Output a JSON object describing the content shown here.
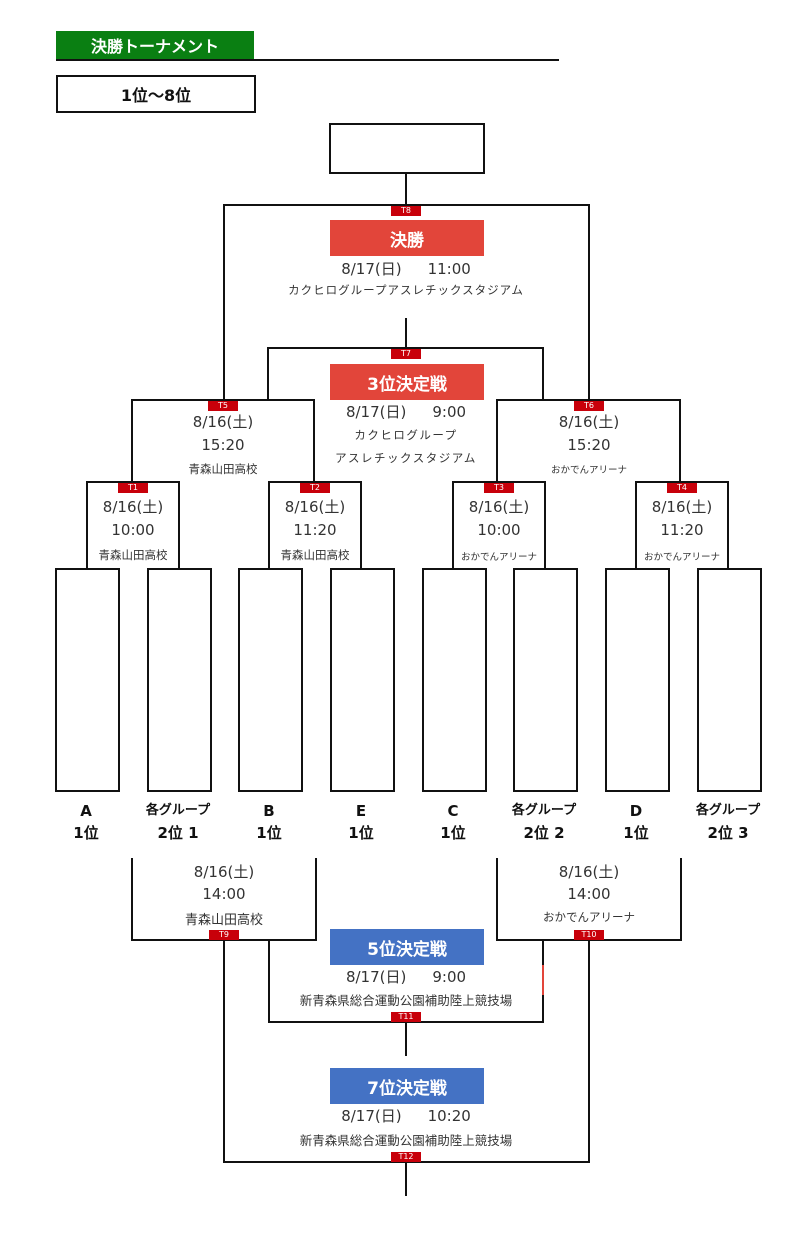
{
  "header": {
    "title": "決勝トーナメント",
    "range_label": "1位〜8位"
  },
  "colors": {
    "title_green": "#0a7f12",
    "final_red": "#e2453a",
    "tag_red": "#c8000a",
    "placement_blue": "#4472c4"
  },
  "matches": {
    "t1": {
      "tag": "T1",
      "date": "8/16(土)",
      "time": "10:00",
      "venue": "青森山田高校"
    },
    "t2": {
      "tag": "T2",
      "date": "8/16(土)",
      "time": "11:20",
      "venue": "青森山田高校"
    },
    "t3": {
      "tag": "T3",
      "date": "8/16(土)",
      "time": "10:00",
      "venue": "おかでんアリーナ"
    },
    "t4": {
      "tag": "T4",
      "date": "8/16(土)",
      "time": "11:20",
      "venue": "おかでんアリーナ"
    },
    "t5": {
      "tag": "T5",
      "date": "8/16(土)",
      "time": "15:20",
      "venue": "青森山田高校"
    },
    "t6": {
      "tag": "T6",
      "date": "8/16(土)",
      "time": "15:20",
      "venue": "おかでんアリーナ"
    },
    "t7": {
      "tag": "T7",
      "title": "3位決定戦",
      "date": "8/17(日)",
      "time": "9:00",
      "venue_line1": "カクヒログループ",
      "venue_line2": "アスレチックスタジアム"
    },
    "t8": {
      "tag": "T8",
      "title": "決勝",
      "date": "8/17(日)",
      "time": "11:00",
      "venue": "カクヒログループアスレチックスタジアム"
    },
    "t9": {
      "tag": "T9",
      "date": "8/16(土)",
      "time": "14:00",
      "venue": "青森山田高校"
    },
    "t10": {
      "tag": "T10",
      "date": "8/16(土)",
      "time": "14:00",
      "venue": "おかでんアリーナ"
    },
    "t11": {
      "tag": "T11",
      "title": "5位決定戦",
      "date": "8/17(日)",
      "time": "9:00",
      "venue": "新青森県総合運動公園補助陸上競技場"
    },
    "t12": {
      "tag": "T12",
      "title": "7位決定戦",
      "date": "8/17(日)",
      "time": "10:20",
      "venue": "新青森県総合運動公園補助陸上競技場"
    }
  },
  "slots": [
    {
      "line1": "A",
      "line2": "1位"
    },
    {
      "line1": "各グループ",
      "line2": "2位 1"
    },
    {
      "line1": "B",
      "line2": "1位"
    },
    {
      "line1": "E",
      "line2": "1位"
    },
    {
      "line1": "C",
      "line2": "1位"
    },
    {
      "line1": "各グループ",
      "line2": "2位 2"
    },
    {
      "line1": "D",
      "line2": "1位"
    },
    {
      "line1": "各グループ",
      "line2": "2位 3"
    }
  ]
}
